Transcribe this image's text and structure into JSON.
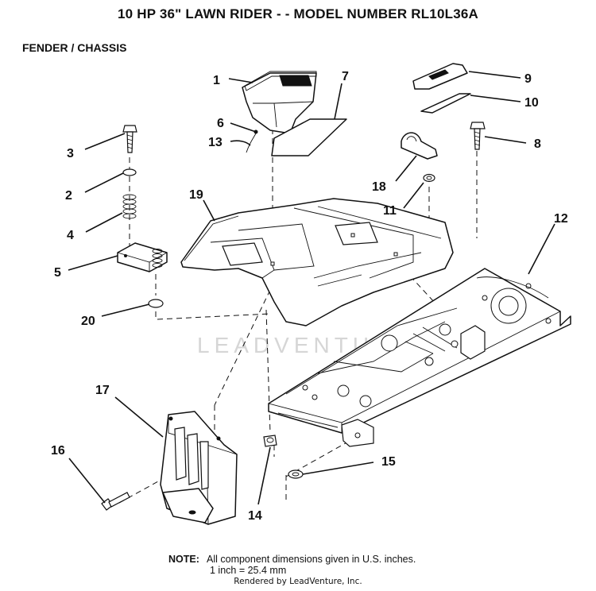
{
  "header": {
    "title": "10 HP 36\" LAWN RIDER - - MODEL NUMBER RL10L36A",
    "section": "FENDER / CHASSIS"
  },
  "watermark": "LEADVENTURE",
  "callouts": [
    "1",
    "2",
    "3",
    "4",
    "5",
    "6",
    "7",
    "8",
    "9",
    "10",
    "11",
    "12",
    "13",
    "14",
    "15",
    "16",
    "17",
    "18",
    "19",
    "20"
  ],
  "note": {
    "label": "NOTE:",
    "line1": "All component dimensions given in U.S. inches.",
    "line2": "1 inch = 25.4 mm"
  },
  "credit": "Rendered by LeadVenture, Inc."
}
